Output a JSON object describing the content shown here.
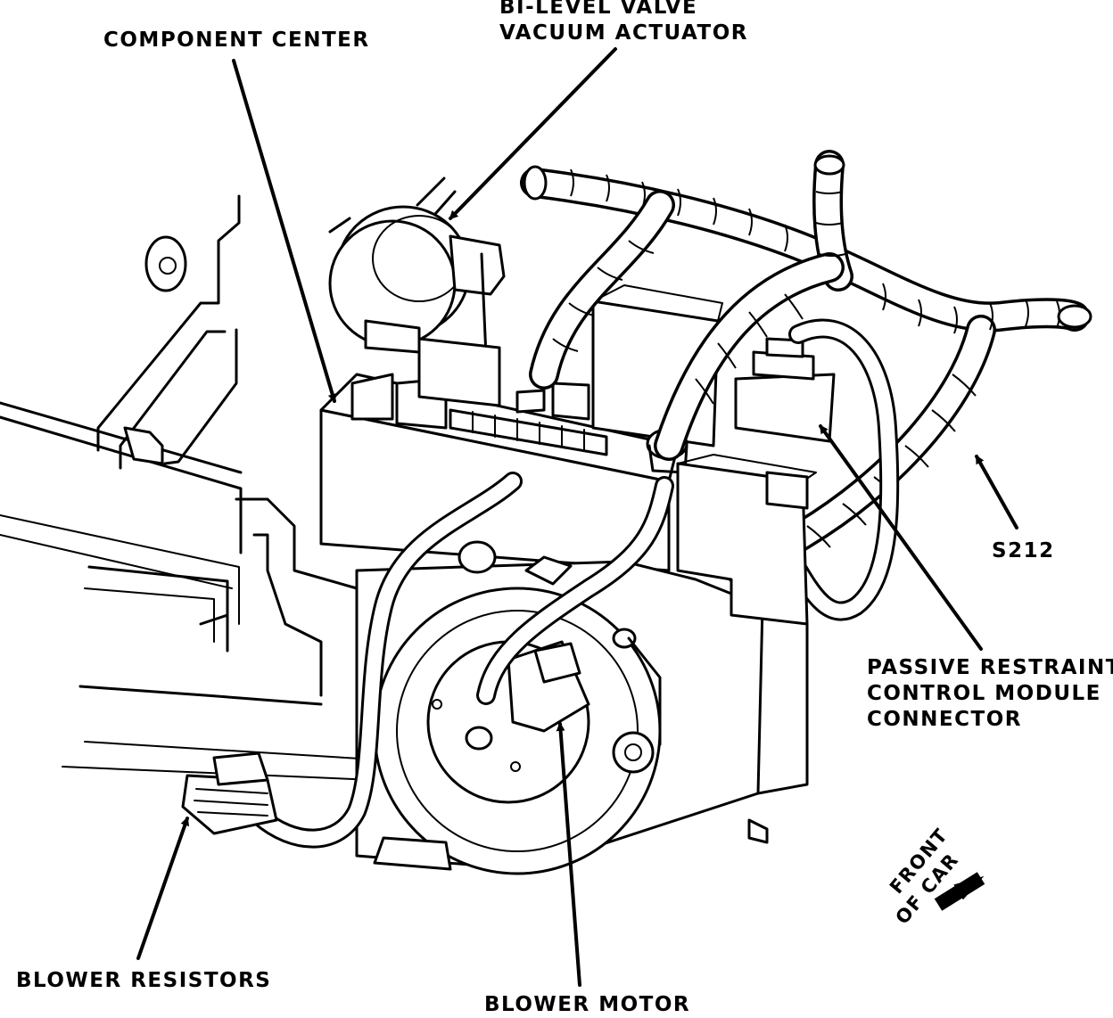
{
  "labels": {
    "component_center": "COMPONENT CENTER",
    "bilevel_line1": "BI-LEVEL VALVE",
    "bilevel_line2": "VACUUM ACTUATOR",
    "s212": "S212",
    "passive_line1": "PASSIVE RESTRAINT",
    "passive_line2": "CONTROL MODULE",
    "passive_line3": "CONNECTOR",
    "blower_resistors": "BLOWER RESISTORS",
    "blower_motor": "BLOWER MOTOR",
    "front_line1": "FRONT",
    "front_line2": "OF CAR"
  },
  "colors": {
    "ink": "#000000",
    "paper": "#ffffff"
  }
}
